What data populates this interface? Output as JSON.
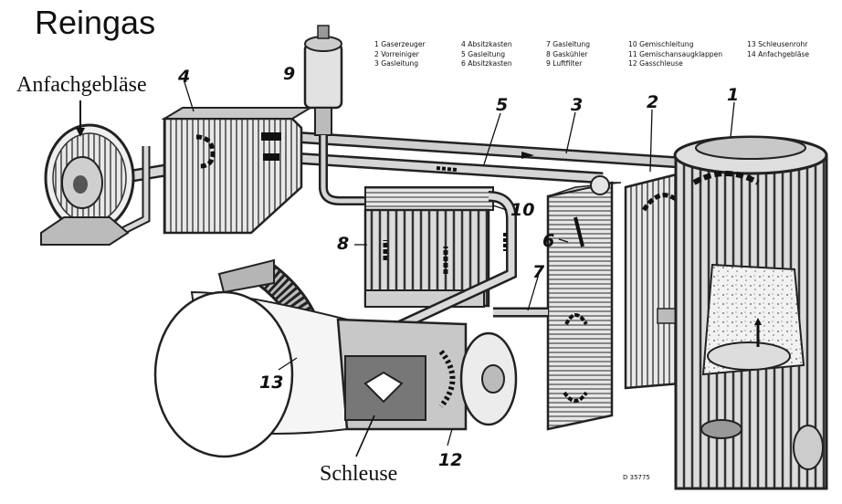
{
  "title": "Reingas",
  "callouts": {
    "blower": "Anfachgebläse",
    "lock": "Schleuse"
  },
  "legend": [
    [
      "1 Gaserzeuger",
      "2 Vorreiniger",
      "3 Gasleitung"
    ],
    [
      "4 Absitzkasten",
      "5 Gasleitung",
      "6 Absitzkasten"
    ],
    [
      "7 Gasleitung",
      "8 Gaskühler",
      "9 Luftfilter"
    ],
    [
      "10 Gemischleitung",
      "11 Gemischansaugklappen",
      "12 Gasschleuse"
    ],
    [
      "13 Schleusenrohr",
      "14 Anfachgebläse"
    ]
  ],
  "numbers": [
    "1",
    "2",
    "3",
    "4",
    "5",
    "6",
    "7",
    "8",
    "9",
    "10",
    "12",
    "13"
  ],
  "drawing_code": "D 35775"
}
